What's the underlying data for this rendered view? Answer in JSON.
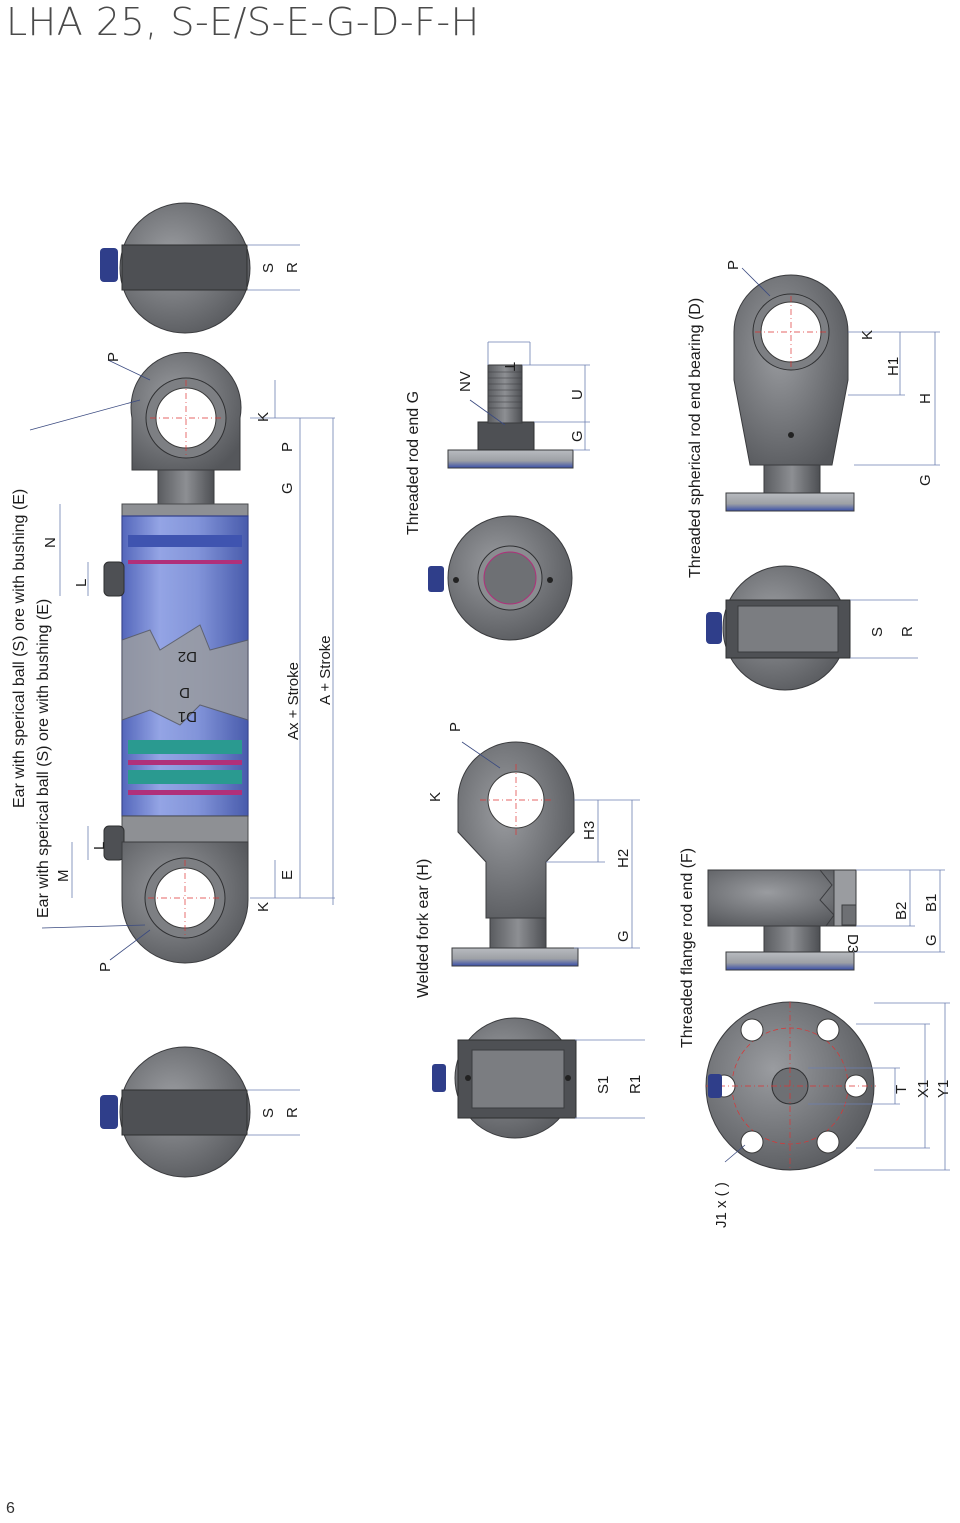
{
  "page": {
    "title": "LHA 25, S-E/S-E-G-D-F-H",
    "page_number": "6"
  },
  "cylinder": {
    "caption_top": "Ear with sperical ball (S) ore with bushing (E)",
    "caption_bottom": "Ear with sperical ball (S) ore with bushing (E)",
    "dims": {
      "P_top": "P",
      "P_bottom": "P",
      "K_top": "K",
      "K_bottom": "K",
      "G": "G",
      "N": "N",
      "L_top": "L",
      "L_bottom": "L",
      "M": "M",
      "E": "E",
      "D1": "D1",
      "D": "D",
      "D2": "D2",
      "Ax": "Ax + Stroke",
      "A": "A + Stroke",
      "S_top": "S",
      "R_top": "R",
      "S_bottom": "S",
      "R_bottom": "R"
    }
  },
  "threaded_rod_end_g": {
    "caption": "Threaded rod end G",
    "dims": {
      "NV": "NV",
      "T": "T",
      "U": "U",
      "G": "G"
    }
  },
  "welded_fork_ear_h": {
    "caption": "Welded fork ear (H)",
    "dims": {
      "P": "P",
      "K": "K",
      "H3": "H3",
      "H2": "H2",
      "G": "G",
      "S1": "S1",
      "R1": "R1"
    }
  },
  "threaded_spherical_rod_end_bearing_d": {
    "caption": "Threaded spherical rod end bearing (D)",
    "dims": {
      "P": "P",
      "K": "K",
      "H1": "H1",
      "H": "H",
      "G": "G",
      "S": "S",
      "R": "R"
    }
  },
  "threaded_flange_rod_end_f": {
    "caption": "Threaded flange rod end (F)",
    "dims": {
      "B2": "B2",
      "B1": "B1",
      "D3": "D3",
      "G": "G",
      "T": "T",
      "X1": "X1",
      "Y1": "Y1",
      "J1": "J1 x ( )"
    }
  },
  "colors": {
    "steel": "#6d6f73",
    "tube_blue": "#6a7fd0",
    "dimension_line": "#6d7fb0",
    "centerline": "#dd3333",
    "seal_teal": "#2a9a90",
    "seal_magenta": "#b0307a"
  }
}
